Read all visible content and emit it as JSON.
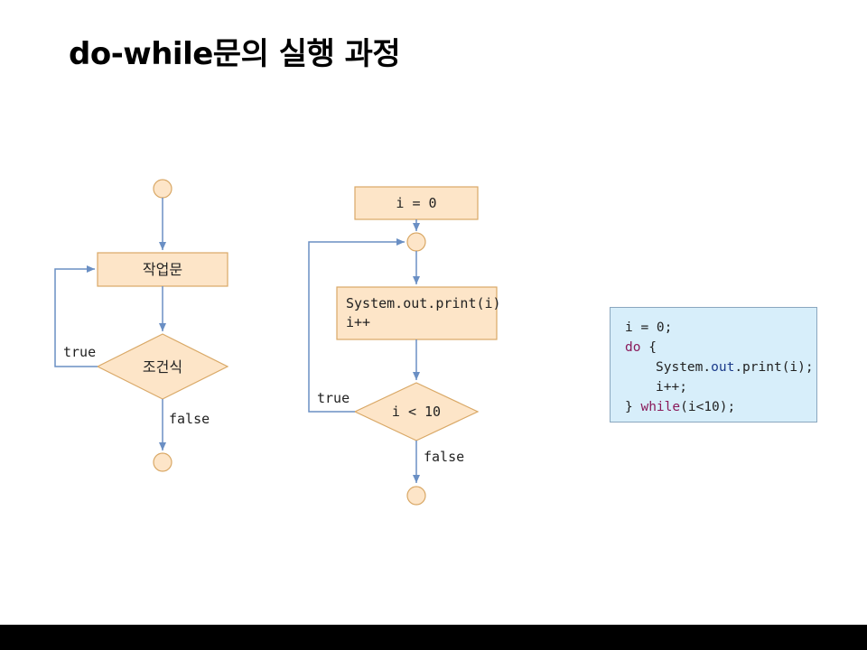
{
  "title": "do-while문의 실행 과정",
  "colors": {
    "node_fill": "#fde5c8",
    "node_stroke": "#d9a866",
    "arrow": "#6a8fc4",
    "code_bg": "#d7eefa",
    "keyword": "#8a1a5a"
  },
  "left_flow": {
    "task": "작업문",
    "condition": "조건식",
    "true_label": "true",
    "false_label": "false"
  },
  "mid_flow": {
    "init": "i = 0",
    "body_line1": "System.out.print(i)",
    "body_line2": "i++",
    "condition": "i < 10",
    "true_label": "true",
    "false_label": "false"
  },
  "code": {
    "line1": "i = 0;",
    "line2_kw": "do",
    "line2_rest": " {",
    "line3_pre": "System.",
    "line3_field": "out",
    "line3_post": ".print(i);",
    "line4": "i++;",
    "line5_pre": "} ",
    "line5_kw": "while",
    "line5_post": "(i<10);"
  }
}
